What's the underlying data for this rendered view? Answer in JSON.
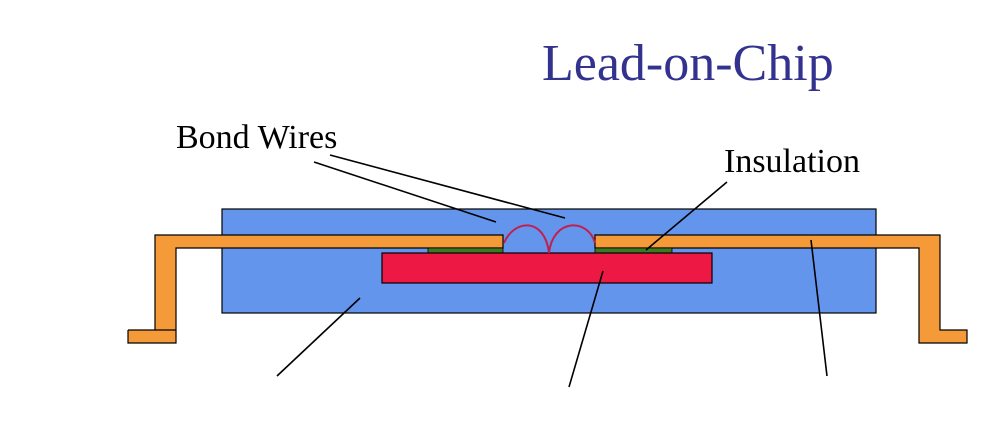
{
  "title": "Lead-on-Chip",
  "labels": {
    "bond_wires": "Bond Wires",
    "insulation": "Insulation"
  },
  "colors": {
    "title": "#33338f",
    "mold_compound": "#6495ed",
    "lead_frame": "#f59a38",
    "die": "#ee1844",
    "insulation": "#3b7a22",
    "bond_wire": "#c0204f",
    "leader_line": "#000000",
    "outline": "#000000"
  }
}
